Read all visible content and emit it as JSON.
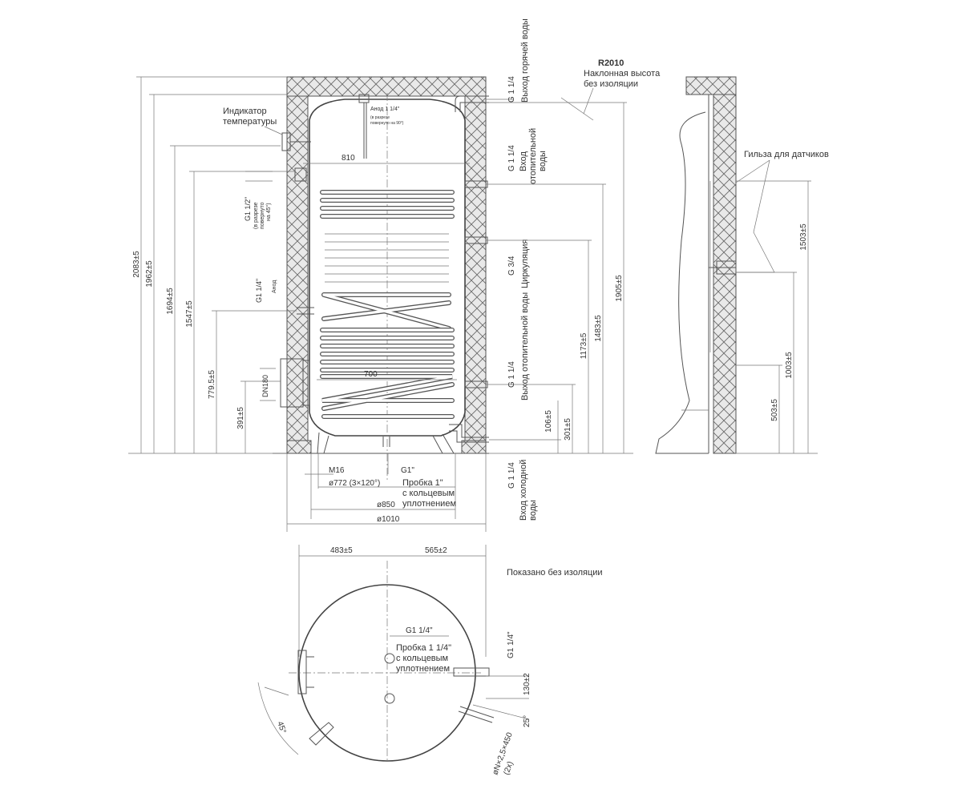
{
  "colors": {
    "line": "#555555",
    "text": "#333333",
    "background": "#ffffff"
  },
  "labels": {
    "temp_indicator": [
      "Индикатор",
      "температуры"
    ],
    "hot_out": "Выход горячей воды",
    "heat_in": [
      "Вход",
      "отопительной",
      "воды"
    ],
    "circulation": "Циркуляция",
    "heat_out": "Выход отопительной воды",
    "cold_in": [
      "Вход холодной",
      "воды"
    ],
    "r2010": "R2010",
    "tilt_height": [
      "Наклонная высота",
      "без изоляции"
    ],
    "sensor_sleeve": "Гильза для датчиков",
    "shown_no_insulation": "Показано без изоляции",
    "anode_top": "Анод",
    "anode_top_size": "1 1/4\"",
    "anode_top_note": [
      "(в разрезе",
      "повернуто на 90°)"
    ],
    "plug_bottom": [
      "Пробка 1\"",
      "с кольцевым",
      "уплотнением"
    ],
    "plug_top": [
      "Пробка 1 1/4\"",
      "с кольцевым",
      "уплотнением"
    ],
    "anode_side_size": "G1 1/4\"",
    "anode_side_word": "Анод",
    "side_g12": "G1 1/2\"",
    "side_g12_note": [
      "(в разрезе",
      "повернуто",
      "на 45°)"
    ]
  },
  "connections": {
    "hot_out": "G 1 1/4",
    "heat_in": "G 1 1/4",
    "circulation": "G 3/4",
    "heat_out": "G 1 1/4",
    "cold_in": "G 1 1/4",
    "top_view": "G1 1/4\"",
    "top_plug": "G1 1/4\"",
    "bottom_plug": "G1\""
  },
  "dimensions": {
    "h_2083": "2083±5",
    "h_1962": "1962±5",
    "h_1694": "1694±5",
    "h_1547": "1547±5",
    "h_779": "779.5±5",
    "h_391": "391±5",
    "h_1905": "1905±5",
    "h_1483": "1483±5",
    "h_1173": "1173±5",
    "h_301": "301±5",
    "h_106": "106±5",
    "h_1503": "1503±5",
    "h_1003": "1003±5",
    "h_503": "503±5",
    "w_810": "810",
    "w_700": "700",
    "dn180": "DN180",
    "m16": "M16",
    "d772": "ø772 (3×120°)",
    "d850": "ø850",
    "d1010": "ø1010",
    "w_483": "483±5",
    "w_565": "565±2",
    "h_130": "130±2",
    "ang_25": "25°",
    "ang_45": "45°",
    "sleeve": "øN×2,5×450",
    "sleeve_qty": "(2x)"
  }
}
